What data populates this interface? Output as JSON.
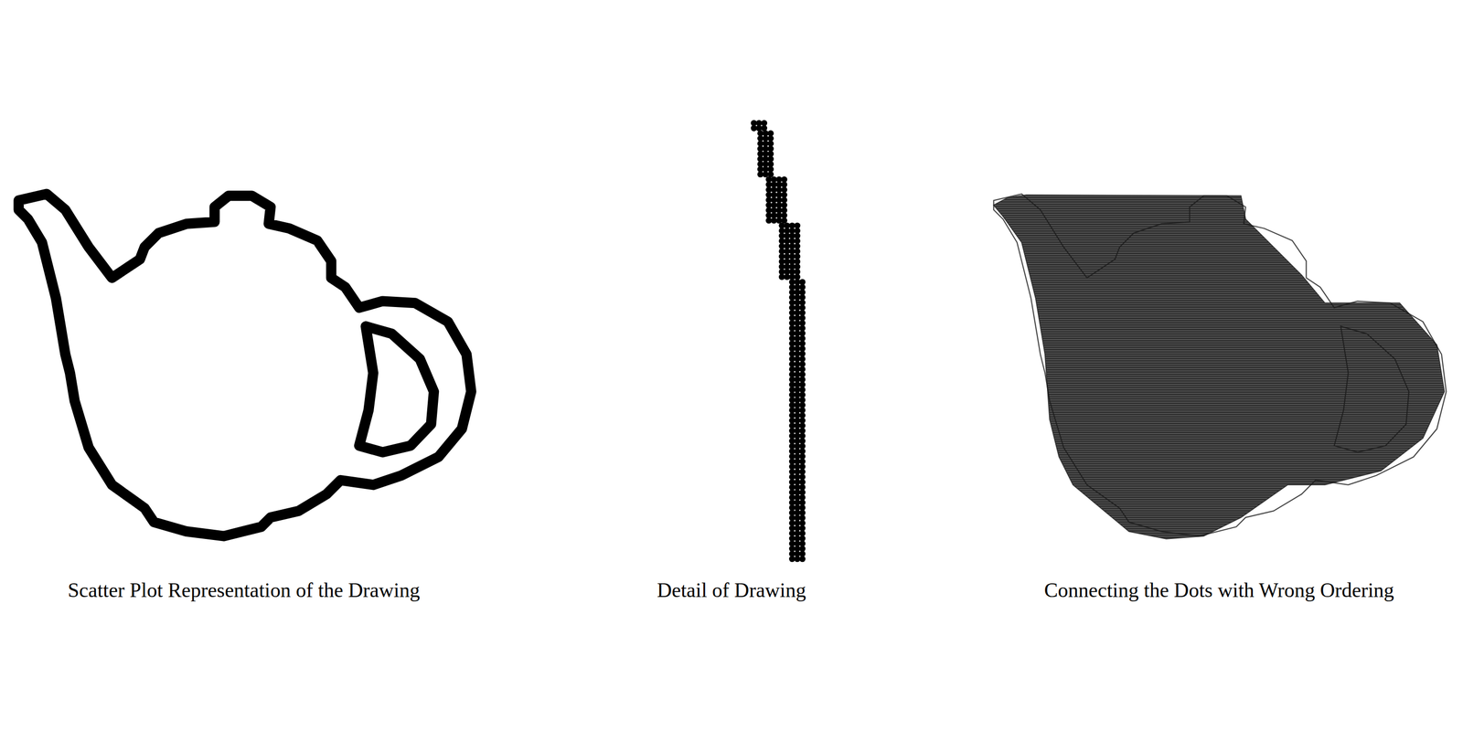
{
  "diagram": {
    "labels": [
      "Scatter Plot Representation of the Drawing",
      "Detail of Drawing",
      "Connecting the Dots with Wrong Ordering"
    ]
  }
}
